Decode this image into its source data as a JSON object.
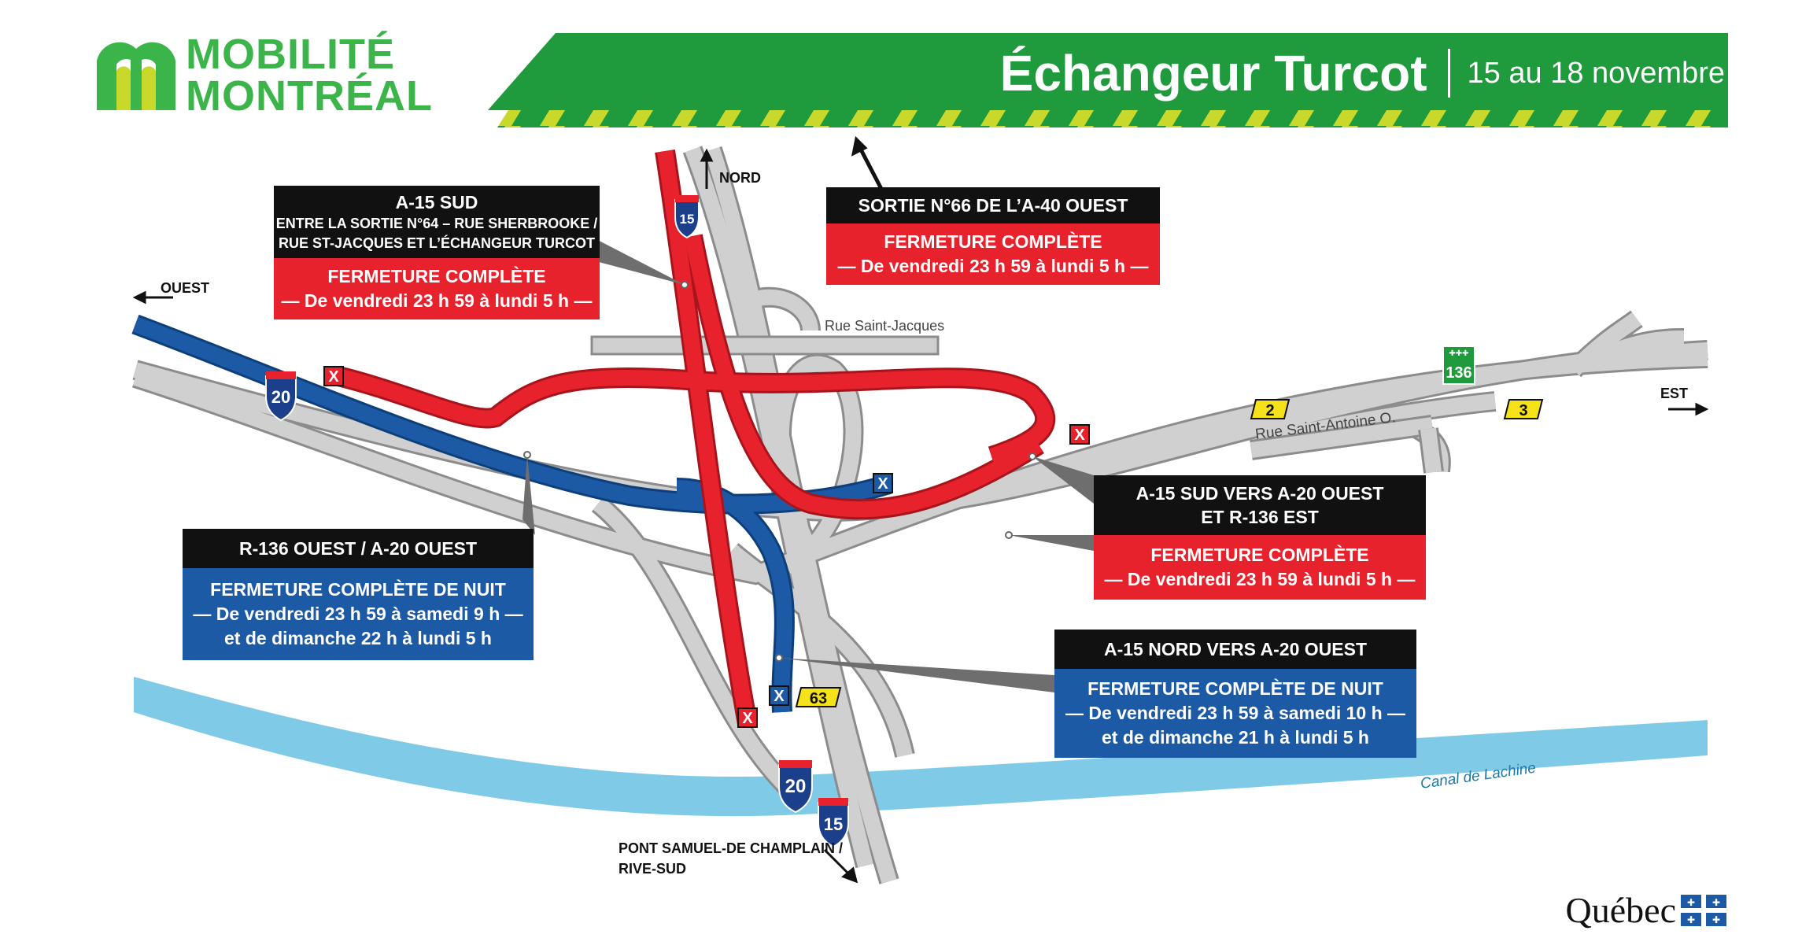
{
  "brand": {
    "line1": "MOBILITÉ",
    "line2": "MONTRÉAL"
  },
  "header": {
    "title": "Échangeur Turcot",
    "dates": "15 au 18 novembre"
  },
  "directions": {
    "north": "NORD",
    "west": "OUEST",
    "east": "EST",
    "south": "PONT SAMUEL-DE CHAMPLAIN /",
    "south2": "RIVE-SUD"
  },
  "streets": {
    "saint_jacques": "Rue Saint-Jacques",
    "saint_antoine": "Rue Saint-Antoine O.",
    "canal": "Canal de Lachine"
  },
  "shields": {
    "a15": "15",
    "a20": "20",
    "r136": "136",
    "exit2": "2",
    "exit3": "3",
    "exit63": "63"
  },
  "notices": [
    {
      "heading": "A-15 SUD",
      "detail_1": "ENTRE LA SORTIE N°64 – RUE SHERBROOKE /",
      "detail_2": "RUE ST-JACQUES ET L’ÉCHANGEUR TURCOT",
      "status": "FERMETURE COMPLÈTE",
      "when_1": "— De vendredi 23 h 59 à lundi 5 h —",
      "color": "#e8222d"
    },
    {
      "heading": "SORTIE N°66 DE L’A-40 OUEST",
      "status": "FERMETURE COMPLÈTE",
      "when_1": "— De vendredi 23 h 59 à lundi 5 h —",
      "color": "#e8222d"
    },
    {
      "heading": "R-136 OUEST / A-20 OUEST",
      "status": "FERMETURE COMPLÈTE DE NUIT",
      "when_1": "— De vendredi 23 h 59 à samedi 9 h —",
      "when_2": "et de dimanche 22 h à lundi 5 h",
      "color": "#1c5aa5"
    },
    {
      "heading": "A-15 SUD VERS A-20 OUEST",
      "heading_2": "ET R-136 EST",
      "status": "FERMETURE COMPLÈTE",
      "when_1": "— De vendredi 23 h 59 à lundi 5 h —",
      "color": "#e8222d"
    },
    {
      "heading": "A-15 NORD VERS A-20 OUEST",
      "status": "FERMETURE COMPLÈTE DE NUIT",
      "when_1": "— De vendredi 23 h 59 à samedi 10 h —",
      "when_2": "et de dimanche 21 h à lundi 5 h",
      "color": "#1c5aa5"
    }
  ],
  "footer": {
    "government": "Québec"
  },
  "colors": {
    "brand_green": "#3bb54a",
    "banner_green": "#1f9a3c",
    "stripe_yellow": "#c9d92b",
    "closure_red": "#e8222d",
    "night_blue": "#1c5aa5",
    "road_grey": "#bdbdbd",
    "canal_blue": "#7fcbe7"
  }
}
